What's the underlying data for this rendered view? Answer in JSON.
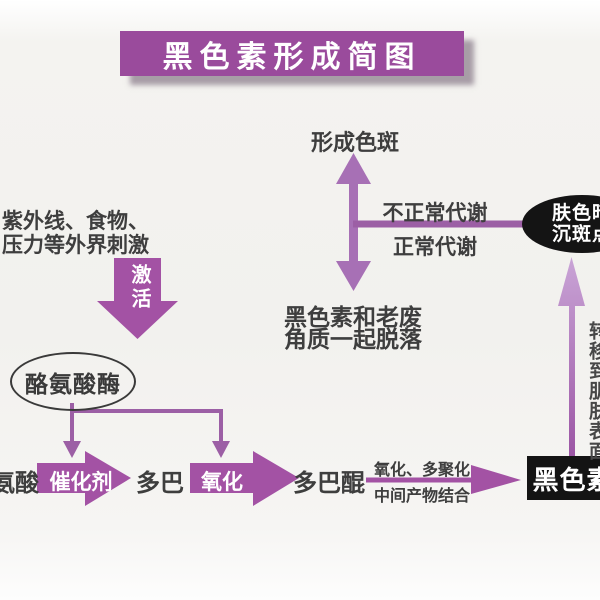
{
  "title": "黑色素形成简图",
  "nodes": {
    "spot_formation": "形成色斑",
    "abnormal_metabolism": "不正常代谢",
    "normal_metabolism": "正常代谢",
    "dull_skin": {
      "line1": "肤色暗",
      "line2": "沉斑点"
    },
    "shedding": {
      "line1": "黑色素和老废",
      "line2": "角质一起脱落"
    },
    "stimuli": {
      "line1": "紫外线、食物、",
      "line2": "压力等外界刺激"
    },
    "activate": "激活",
    "tyrosinase": "酪氨酸酶",
    "tyrosine": "氨酸",
    "catalyst": "催化剂",
    "dopa": "多巴",
    "oxidation": "氧化",
    "dopaquinone": "多巴醌",
    "reaction_top_label": "氧化、多聚化",
    "reaction_bottom_label": "中间产物结合",
    "melanin": "黑色素",
    "transfer_to_skin": "转移到肌肤表面"
  },
  "colors": {
    "banner_purple": "#9a4b9c",
    "arrow_purple": "#a352a4",
    "line_purple": "#9c5fa5",
    "soft_purple": "#a770b5",
    "gradient_light_purple": "#c9a4d6",
    "node_black": "#141414",
    "text_dark": "#3e3e3e"
  }
}
